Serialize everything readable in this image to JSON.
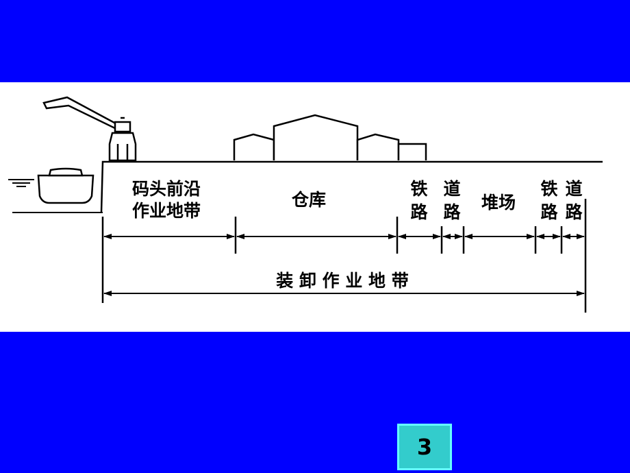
{
  "diagram": {
    "labels": {
      "wharf_apron_line1": "码头前沿",
      "wharf_apron_line2": "作业地带",
      "warehouse": "仓库",
      "railway1_top": "铁",
      "railway1_bottom": "路",
      "road1_top": "道",
      "road1_bottom": "路",
      "storage_yard": "堆场",
      "railway2_top": "铁",
      "railway2_bottom": "路",
      "road2_top": "道",
      "road2_bottom": "路",
      "handling_zone": "装 卸 作 业 地 带"
    }
  },
  "page_number": "3",
  "colors": {
    "band": "#0000ff",
    "panel": "#ffffff",
    "page_box": "#33cccc",
    "page_box_border": "#66ffff"
  }
}
